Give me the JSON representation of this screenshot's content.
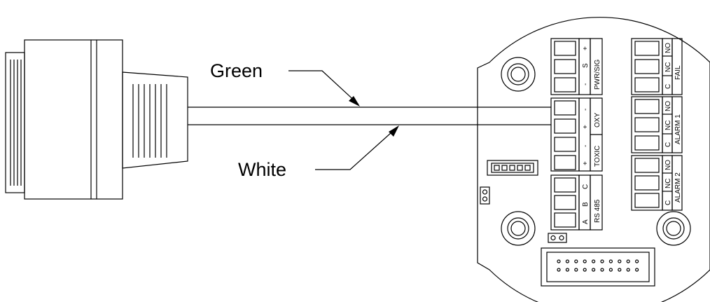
{
  "callouts": {
    "green": "Green",
    "white": "White"
  },
  "terminals": {
    "pwr_sig": {
      "label": "PWR/SIG",
      "pins": [
        "-",
        "S",
        "+"
      ]
    },
    "toxic": {
      "label": "TOXIC",
      "pins": [
        "+",
        "-"
      ]
    },
    "oxy": {
      "label": "OXY",
      "pins": [
        "+",
        "-"
      ]
    },
    "rs485": {
      "label": "RS 485",
      "pins": [
        "A",
        "B",
        "C"
      ]
    },
    "fail": {
      "label": "FAIL",
      "pins": [
        "C",
        "NC",
        "NO"
      ]
    },
    "alarm1": {
      "label": "ALARM 1",
      "pins": [
        "C",
        "NC",
        "NO"
      ]
    },
    "alarm2": {
      "label": "ALARM 2",
      "pins": [
        "C",
        "NC",
        "NO"
      ]
    }
  }
}
